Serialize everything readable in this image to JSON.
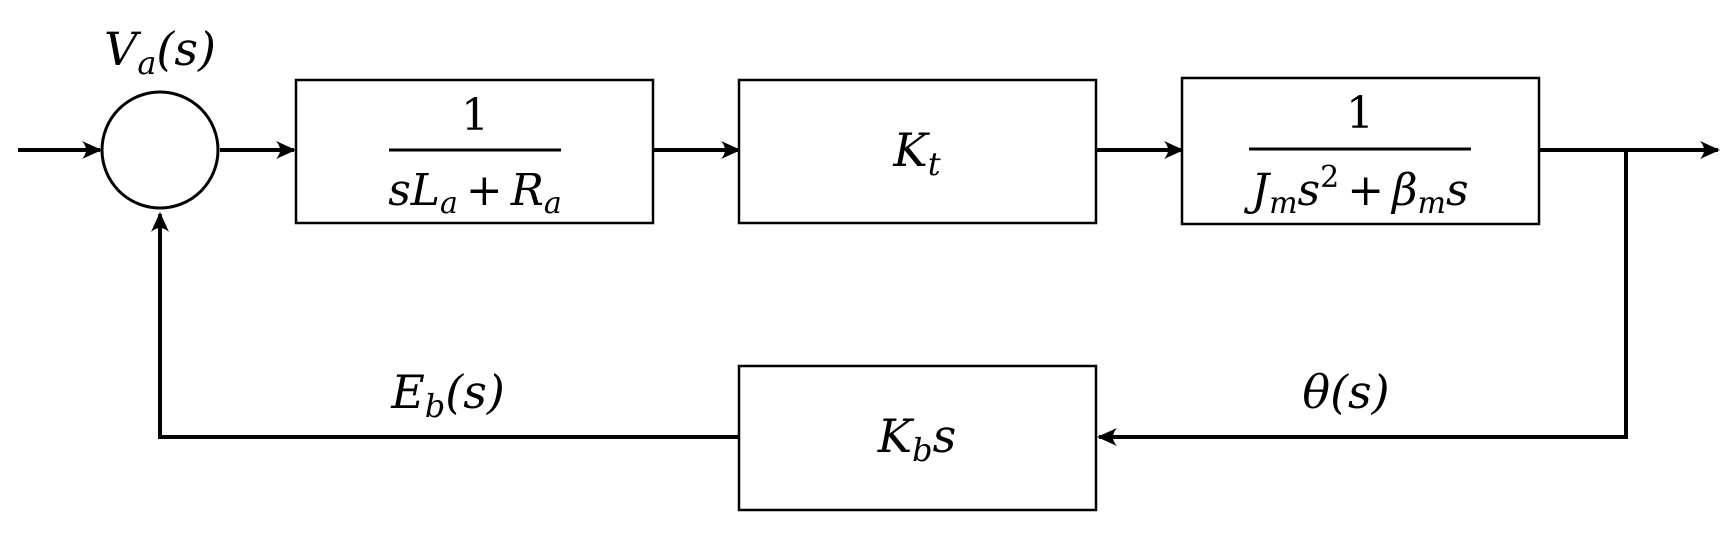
{
  "diagram": {
    "summing_junction": {
      "input_label": {
        "main": "V",
        "sub": "a",
        "arg": "(s)"
      }
    },
    "blocks": {
      "armature": {
        "numerator": "1",
        "denominator": {
          "t1": "s",
          "t2": "L",
          "t2_sub": "a",
          "op": "+",
          "t3": "R",
          "t3_sub": "a"
        }
      },
      "torque_constant": {
        "main": "K",
        "sub": "t"
      },
      "mechanical": {
        "numerator": "1",
        "denominator": {
          "t1": "J",
          "t1_sub": "m",
          "t2": "s",
          "t2_sup": "2",
          "op": "+",
          "t3": "β",
          "t3_sub": "m",
          "t4": "s"
        }
      },
      "back_emf": {
        "main": "K",
        "sub": "b",
        "tail": "s"
      }
    },
    "signals": {
      "feedback": {
        "main": "E",
        "sub": "b",
        "arg": "(s)"
      },
      "output": {
        "main": "θ",
        "arg": "(s)"
      }
    }
  }
}
